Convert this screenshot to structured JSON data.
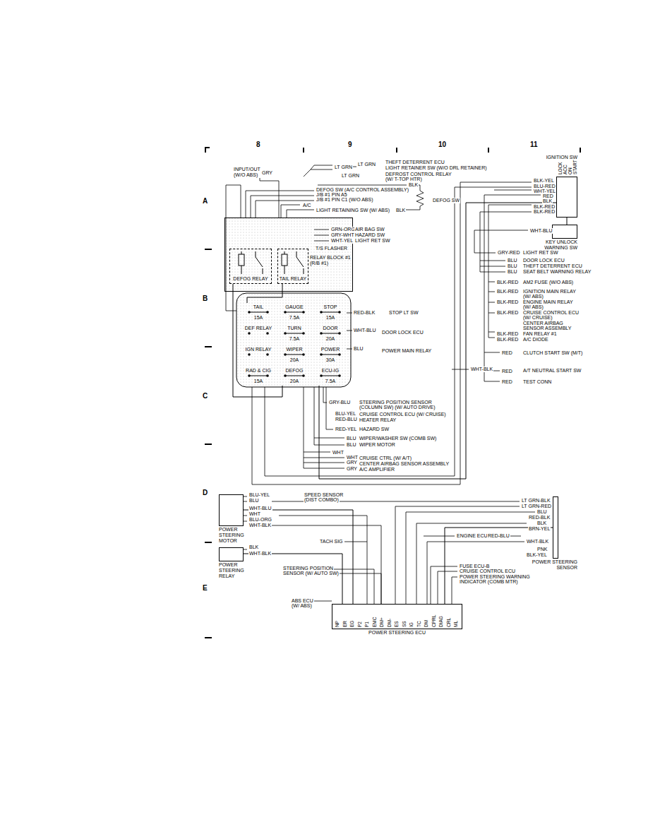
{
  "diagram": {
    "nodes": [
      {
        "text": [
          "RELAY BLOCK #1 (R/B #1)"
        ]
      },
      {
        "text": [
          "DEFOG RELAY"
        ],
        "in": 0
      },
      {
        "text": [
          "TAIL RELAY"
        ],
        "in": 0
      },
      {
        "text": [
          "TAIL",
          "15A"
        ]
      },
      {
        "text": [
          "GAUGE",
          "7.5A"
        ]
      },
      {
        "text": [
          "STOP",
          "15A"
        ]
      },
      {
        "text": [
          "DEF RELAY"
        ]
      },
      {
        "text": [
          "TURN",
          "7.5A"
        ]
      },
      {
        "text": [
          "DOOR",
          "20A"
        ]
      },
      {
        "text": [
          "IGN RELAY"
        ]
      },
      {
        "text": [
          "WIPER",
          "20A"
        ]
      },
      {
        "text": [
          "POWER",
          "30A"
        ]
      },
      {
        "text": [
          "RAD & CIG",
          "15A"
        ]
      },
      {
        "text": [
          "DEFOG",
          "20A"
        ]
      },
      {
        "text": [
          "ECU-IG",
          "7.5A"
        ]
      },
      {
        "text": [
          "IGNITION SW"
        ]
      },
      {
        "text": [
          "KEY UNLOCK WARNING SW"
        ]
      },
      {
        "text": [
          "POWER STEERING MOTOR"
        ]
      },
      {
        "text": [
          "POWER STEERING RELAY"
        ]
      },
      {
        "text": [
          "POWER STEERING ECU"
        ]
      },
      {
        "text": [
          "POWER STEERING SENSOR"
        ]
      }
    ],
    "edges": [
      {
        "from": 18,
        "to": 19,
        "arrow": "none"
      },
      {
        "from": 17,
        "to": 19,
        "arrow": "none"
      },
      {
        "from": 20,
        "to": 19,
        "arrow": "none"
      },
      {
        "from": 15,
        "to": 16,
        "arrow": "none"
      },
      {
        "from": 15,
        "to": 14,
        "arrow": "none"
      },
      {
        "from": 2,
        "to": 3,
        "arrow": "none"
      },
      {
        "from": 1,
        "to": 13,
        "arrow": "none"
      }
    ],
    "labels": [
      "8",
      "9",
      "10",
      "11",
      "A",
      "B",
      "C",
      "D",
      "E",
      "LT GRN",
      "LT GRN",
      "THEFT DETERRENT ECU",
      "LIGHT RETAINER SW (W/O DRL RETAINER)",
      "LT GRN",
      "DEFROST CONTROL RELAY",
      "(W/ T-TOP HTR)",
      "INPUT/OUT",
      "(W/O ABS)",
      "GRY",
      "BLK",
      "DEFOG SW (A/C CONTROL ASSEMBLY)",
      "J/B #1 PIN A5",
      "J/B #1 PIN C1 (W/O ABS)",
      "A/C",
      "LIGHT RETAINING SW (W/ ABS)",
      "DEFOG SW",
      "BLK",
      "GRN-ORG",
      "AIR BAG SW",
      "GRY-WHT",
      "HAZARD SW",
      "WHT-YEL",
      "LIGHT RET SW",
      "T/S FLASHER",
      "RED-BLK",
      "STOP LT SW",
      "WHT-BLU",
      "DOOR LOCK ECU",
      "BLU",
      "POWER MAIN RELAY",
      "GRY-BLU",
      "STEERING POSITION SENSOR",
      "(COLUMN SW) (W/ AUTO DRIVE)",
      "BLU-YEL",
      "CRUISE CONTROL ECU (W/ CRUISE)",
      "RED-BLU",
      "HEATER RELAY",
      "RED-YEL",
      "HAZARD SW",
      "BLU",
      "WIPER/WASHER SW (COMB SW)",
      "BLU",
      "WIPER MOTOR",
      "WHT",
      "WHT",
      "CRUISE CTRL (W/ A/T)",
      "GRY",
      "CENTER AIRBAG SENSOR ASSEMBLY",
      "GRY",
      "A/C AMPLIFIER",
      "BLK-YEL",
      "BLU-RED",
      "WHT-YEL",
      "RED",
      "BLK",
      "BLK-RED",
      "BLK-RED",
      "WHT-BLU",
      "GRY-RED",
      "LIGHT RET SW",
      "BLU",
      "DOOR LOCK ECU",
      "BLU",
      "THEFT DETERRENT ECU",
      "BLU",
      "SEAT BELT WARNING RELAY",
      "BLK-RED",
      "AM2 FUSE (W/O ABS)",
      "BLK-RED",
      "IGNITION MAIN RELAY",
      "(W/ ABS)",
      "BLK-RED",
      "ENGINE MAIN RELAY",
      "(W/ ABS)",
      "BLK-RED",
      "CRUISE CONTROL ECU",
      "(W/ CRUISE)",
      "CENTER AIRBAG",
      "SENSOR ASSEMBLY",
      "BLK-RED",
      "FAN RELAY #1",
      "BLK-RED",
      "A/C DIODE",
      "RED",
      "CLUTCH START SW (M/T)",
      "WHT-BLK",
      "RED",
      "A/T NEUTRAL START SW",
      "RED",
      "TEST CONN",
      "SPEED SENSOR",
      "(DIST COMBO)",
      "BLU-YEL",
      "BLU",
      "WHT-BLU",
      "WHT",
      "BLU-ORG",
      "WHT-BLK",
      "BLK",
      "WHT-BLK",
      "LT GRN-BLK",
      "LT GRN-RED",
      "BLU",
      "RED-BLK",
      "BLK",
      "BRN-YEL",
      "WHT-BLK",
      "PNK",
      "BLK-YEL",
      "TACH SIG",
      "ENGINE ECU",
      "RED-BLU",
      "STEERING POSITION",
      "SENSOR (W/ AUTO SW)",
      "FUSE ECU-B",
      "CRUISE CONTROL ECU",
      "POWER STEERING WARNING",
      "INDICATOR (COMB MTR)",
      "ABS ECU",
      "(W/ ABS)",
      "NP",
      "ER",
      "EG",
      "P2",
      "P1",
      "EMC",
      "DM+",
      "DM-",
      "ES",
      "SS",
      "IG",
      "TC",
      "DM",
      "CPRL",
      "DIAG",
      "CRL",
      "ML",
      "LOCK",
      "ACC",
      "ON",
      "START"
    ]
  }
}
